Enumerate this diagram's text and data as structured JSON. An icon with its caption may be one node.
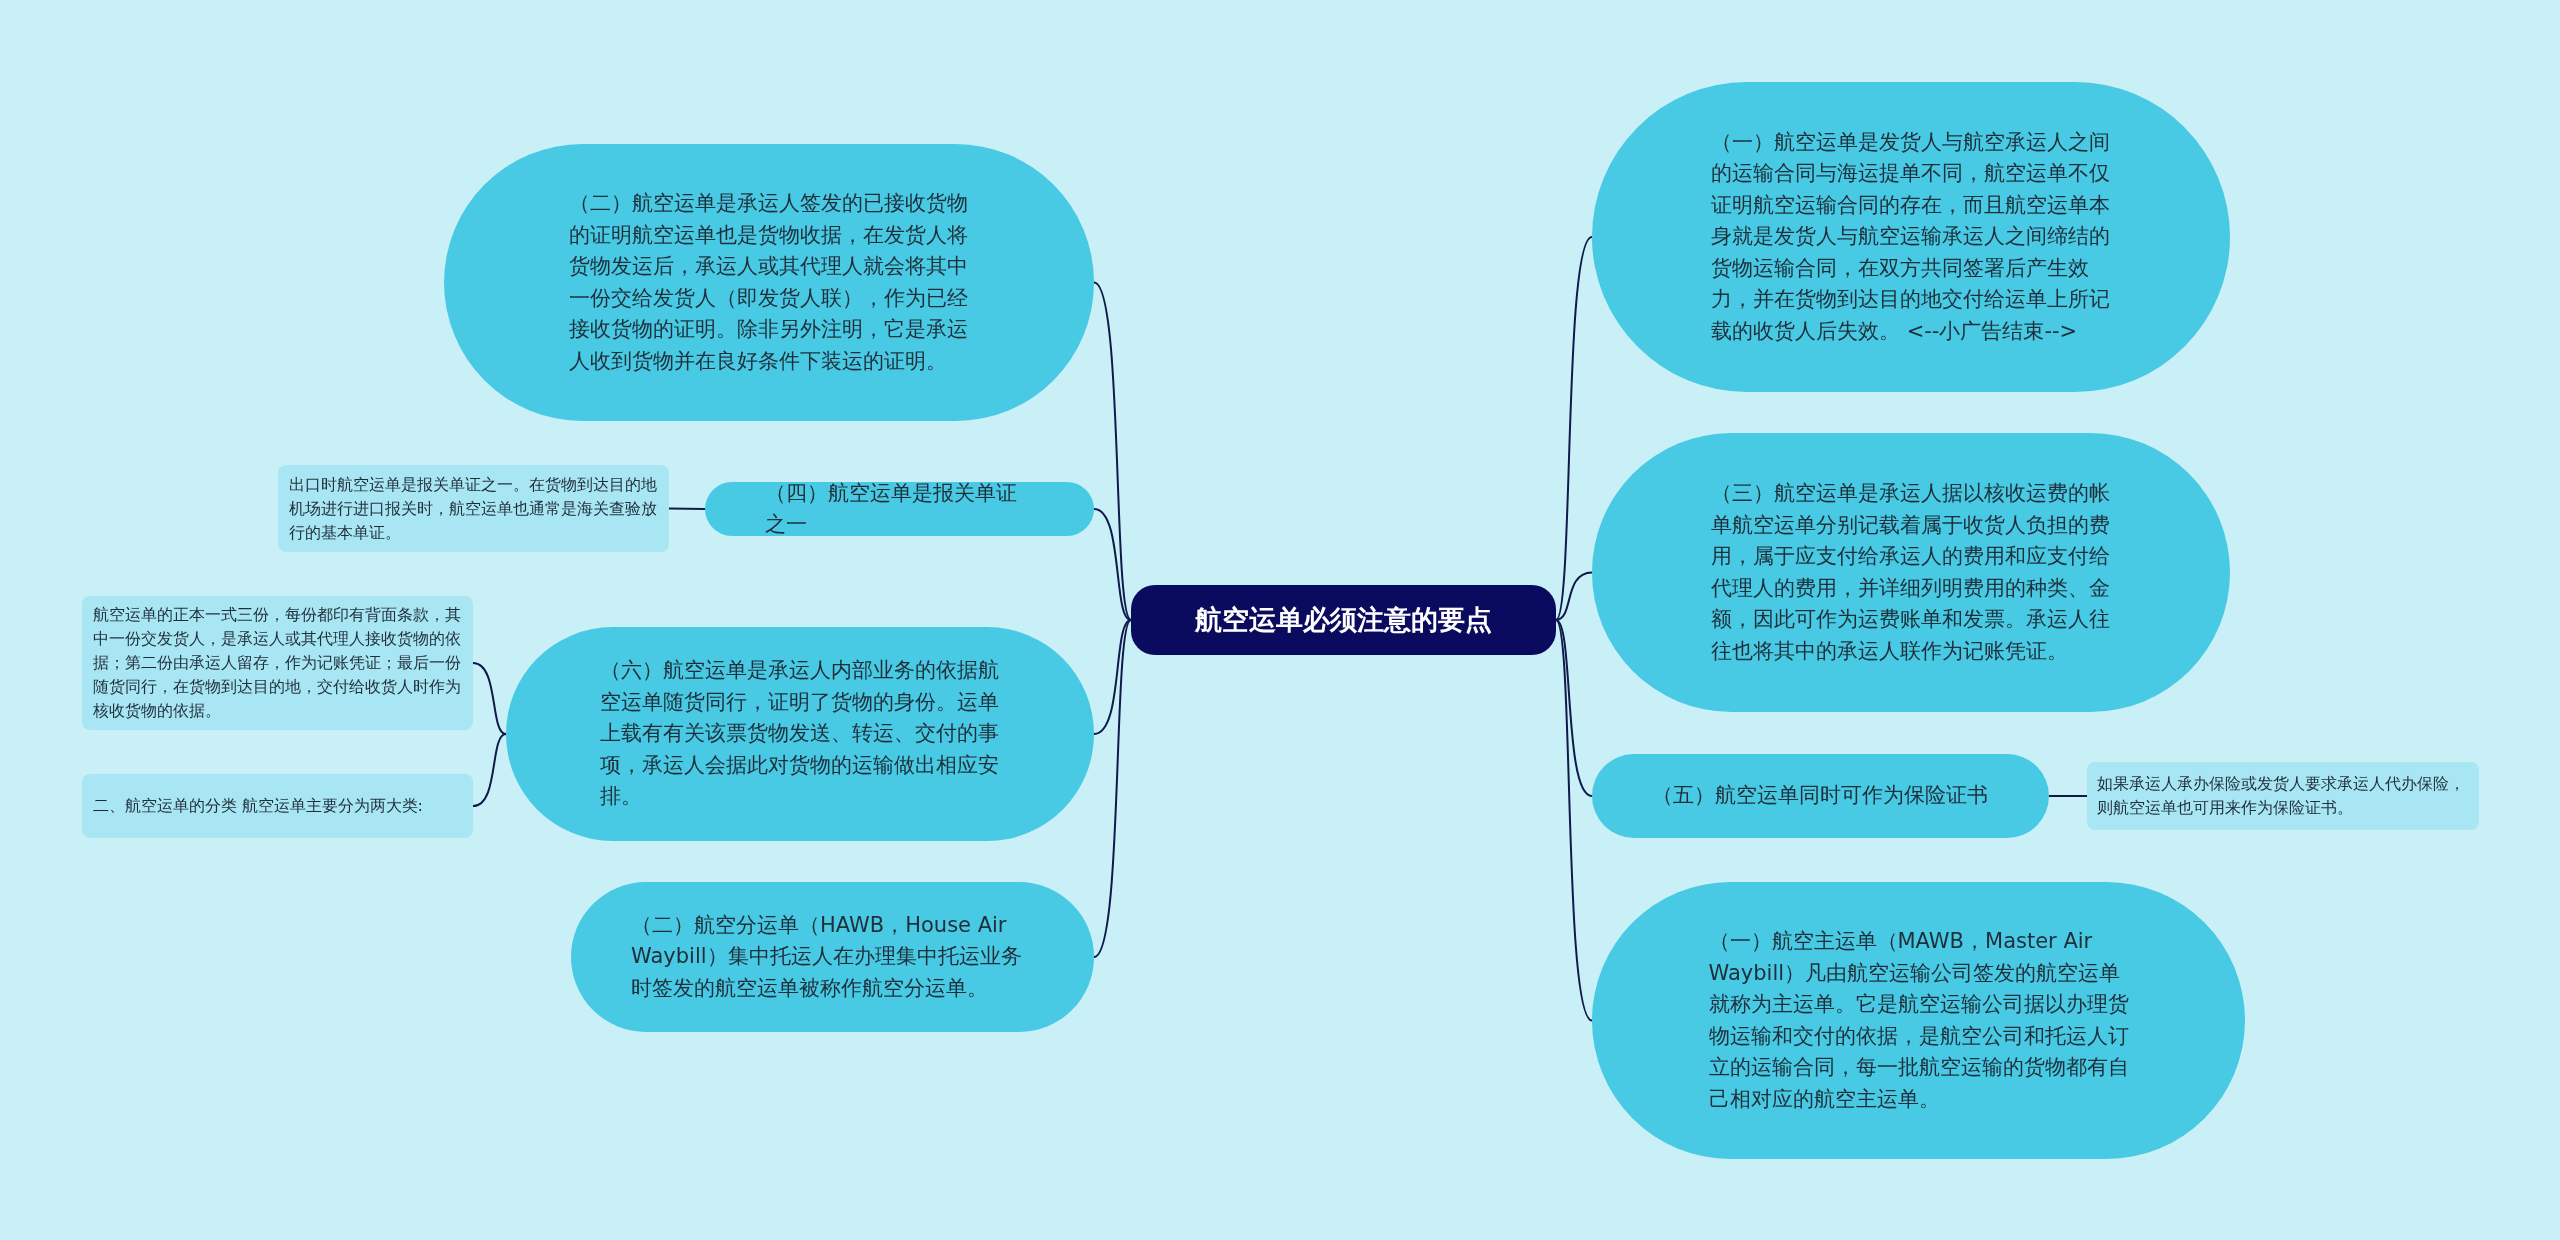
{
  "diagram": {
    "nodes": [
      {
        "text": [
          "航空运单必须注意的要点"
        ]
      },
      {
        "text": [
          "（二）航空运单是承运人签发的已接收货物的证明航空运单也是货物收据，在发货人将货物发运后，承运人或其代理人就会将其中一份交给发货人（即发货人联），作为已经接收货物的证明。除非另外注明，它是承运人收到货物并在良好条件下装运的证明。"
        ]
      },
      {
        "text": [
          "（四）航空运单是报关单证之一"
        ]
      },
      {
        "text": [
          "出口时航空运单是报关单证之一。在货物到达目的地机场进行进口报关时，航空运单也通常是海关查验放行的基本单证。"
        ]
      },
      {
        "text": [
          "（六）航空运单是承运人内部业务的依据航空运单随货同行，证明了货物的身份。运单上载有有关该票货物发送、转运、交付的事项，承运人会据此对货物的运输做出相应安排。"
        ]
      },
      {
        "text": [
          "航空运单的正本一式三份，每份都印有背面条款，其中一份交发货人，是承运人或其代理人接收货物的依据；第二份由承运人留存，作为记账凭证；最后一份随货同行，在货物到达目的地，交付给收货人时作为核收货物的依据。"
        ]
      },
      {
        "text": [
          "二、航空运单的分类 航空运单主要分为两大类:"
        ]
      },
      {
        "text": [
          "（二）航空分运单（HAWB，House Air Waybill）集中托运人在办理集中托运业务时签发的航空运单被称作航空分运单。"
        ]
      },
      {
        "text": [
          "（一）航空运单是发货人与航空承运人之间的运输合同与海运提单不同，航空运单不仅证明航空运输合同的存在，而且航空运单本身就是发货人与航空运输承运人之间缔结的货物运输合同，在双方共同签署后产生效力，并在货物到达目的地交付给运单上所记载的收货人后失效。 <--小广告结束-->"
        ]
      },
      {
        "text": [
          "（三）航空运单是承运人据以核收运费的帐单航空运单分别记载着属于收货人负担的费用，属于应支付给承运人的费用和应支付给代理人的费用，并详细列明费用的种类、金额，因此可作为运费账单和发票。承运人往往也将其中的承运人联作为记账凭证。"
        ]
      },
      {
        "text": [
          "（五）航空运单同时可作为保险证书"
        ]
      },
      {
        "text": [
          "如果承运人承办保险或发货人要求承运人代办保险，则航空运单也可用来作为保险证书。"
        ]
      },
      {
        "text": [
          "（一）航空主运单（MAWB，Master Air Waybill）凡由航空运输公司签发的航空运单就称为主运单。它是航空运输公司据以办理货物运输和交付的依据，是航空公司和托运人订立的运输合同，每一批航空运输的货物都有自己相对应的航空主运单。"
        ]
      }
    ],
    "edges": [
      {
        "from": 0,
        "to": 1,
        "arrow": "none"
      },
      {
        "from": 0,
        "to": 2,
        "arrow": "none"
      },
      {
        "from": 2,
        "to": 3,
        "arrow": "none"
      },
      {
        "from": 0,
        "to": 4,
        "arrow": "none"
      },
      {
        "from": 4,
        "to": 5,
        "arrow": "none"
      },
      {
        "from": 4,
        "to": 6,
        "arrow": "none"
      },
      {
        "from": 0,
        "to": 7,
        "arrow": "none"
      },
      {
        "from": 0,
        "to": 8,
        "arrow": "none"
      },
      {
        "from": 0,
        "to": 9,
        "arrow": "none"
      },
      {
        "from": 0,
        "to": 10,
        "arrow": "none"
      },
      {
        "from": 10,
        "to": 11,
        "arrow": "none"
      },
      {
        "from": 0,
        "to": 12,
        "arrow": "none"
      }
    ]
  }
}
